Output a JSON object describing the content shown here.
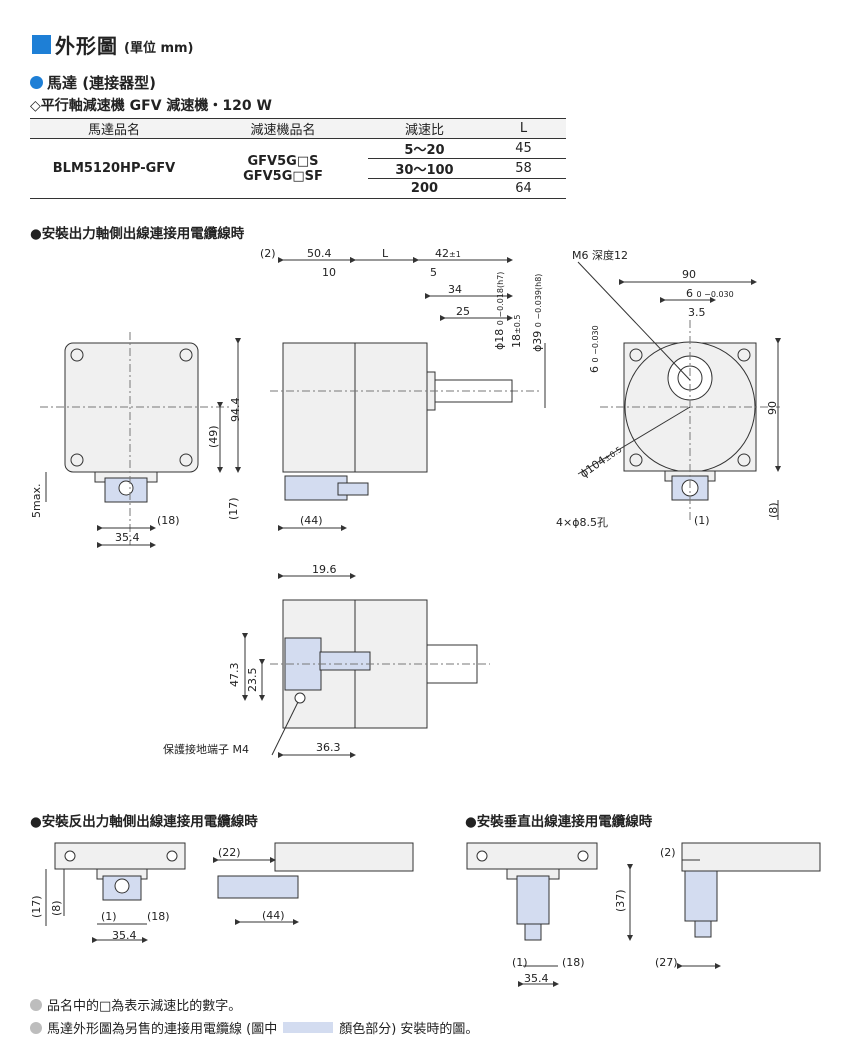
{
  "header": {
    "title": "外形圖",
    "unit": "(單位 mm)"
  },
  "motor": {
    "title": "馬達 (連接器型)",
    "subtitle": "◇平行軸減速機 GFV 減速機・120 W"
  },
  "table": {
    "headers": [
      "馬達品名",
      "減速機品名",
      "減速比",
      "L"
    ],
    "motor_name": "BLM5120HP-GFV",
    "gear_names": [
      "GFV5G□S",
      "GFV5G□SF"
    ],
    "rows": [
      {
        "ratio": "5～20",
        "L": "45"
      },
      {
        "ratio": "30～100",
        "L": "58"
      },
      {
        "ratio": "200",
        "L": "64"
      }
    ]
  },
  "sections": {
    "out_side": "●安裝出力軸側出線連接用電纜線時",
    "opp_side": "●安裝反出力軸側出線連接用電纜線時",
    "vertical": "●安裝垂直出線連接用電纜線時"
  },
  "dims": {
    "d2": "(2)",
    "d50_4": "50.4",
    "dL": "L",
    "d42": "42",
    "d42_tol": "±1",
    "d10": "10",
    "d5": "5",
    "d34": "34",
    "d25": "25",
    "phi18": "ϕ18",
    "phi18_tol": "0 −0.018(h7)",
    "d18": "18",
    "d18_tol": "±0.5",
    "phi39": "ϕ39",
    "phi39_tol": "0 −0.039(h8)",
    "m6": "M6 深度12",
    "d90": "90",
    "d6": "6",
    "d6_tol": "0 −0.030",
    "d3_5": "3.5",
    "v6": "6",
    "v6_tol": "0 −0.030",
    "v90": "90",
    "phi104": "ϕ104",
    "phi104_tol": "±0.5",
    "holes": "4×ϕ8.5孔",
    "d1": "(1)",
    "d8": "(8)",
    "d94_4": "94.4",
    "d49": "(49)",
    "d5max": "5max.",
    "d18p": "(18)",
    "d35_4": "35.4",
    "d17": "(17)",
    "d44": "(44)",
    "d19_6": "19.6",
    "d47_3": "47.3",
    "d23_5": "23.5",
    "ground": "保護接地端子 M4",
    "d36_3": "36.3",
    "b17": "(17)",
    "b8": "(8)",
    "b1": "(1)",
    "b18": "(18)",
    "b35_4": "35.4",
    "b22": "(22)",
    "b44": "(44)",
    "c37": "(37)",
    "c1": "(1)",
    "c18": "(18)",
    "c35_4": "35.4",
    "c2": "(2)",
    "c27": "(27)"
  },
  "notes": {
    "n1": "品名中的□為表示減速比的數字。",
    "n2a": "馬達外形圖為另售的連接用電纜線 (圖中",
    "n2b": "顏色部分) 安裝時的圖。"
  },
  "colors": {
    "accent": "#1e7fd6",
    "cable": "#d3dcf0",
    "body": "#f0f0f0"
  }
}
